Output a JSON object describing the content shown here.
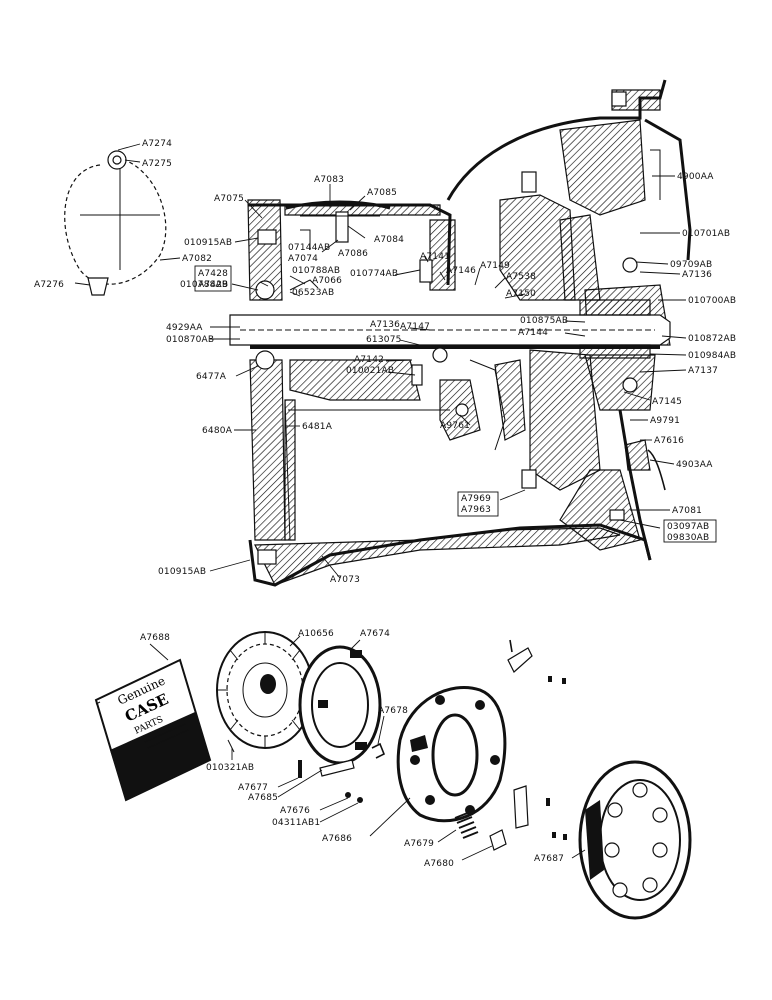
{
  "labels": {
    "A7274": "A7274",
    "A7275": "A7275",
    "A7082": "A7082",
    "A7276": "A7276",
    "A7075": "A7075",
    "A7083": "A7083",
    "A7085": "A7085",
    "010915AB_top": "010915AB",
    "07144AB": "07144AB",
    "A7086": "A7086",
    "A7084": "A7084",
    "A7074": "A7074",
    "A7428": "A7428",
    "A7429": "A7429",
    "010788AB_a": "010788AB",
    "A7066": "A7066",
    "06523AB": "06523AB",
    "010774AB": "010774AB",
    "010788AB_b": "010788AB",
    "A7141": "A7141",
    "A7146": "A7146",
    "A7149": "A7149",
    "A7538": "A7538",
    "A7150": "A7150",
    "4929AA": "4929AA",
    "010870AB": "010870AB",
    "A7136_mid": "A7136",
    "A7147": "A7147",
    "010875AB": "010875AB",
    "A7144": "A7144",
    "613075": "613075",
    "A7142": "A7142",
    "010021AB": "010021AB",
    "6477A": "6477A",
    "4900AA": "4900AA",
    "010701AB": "010701AB",
    "09709AB": "09709AB",
    "A7136_right": "A7136",
    "010700AB": "010700AB",
    "010872AB": "010872AB",
    "010984AB": "010984AB",
    "A7137": "A7137",
    "A7145": "A7145",
    "A9791": "A9791",
    "A7616": "A7616",
    "4903AA": "4903AA",
    "6480A": "6480A",
    "6481A": "6481A",
    "A9761": "A9761",
    "A7969": "A7969",
    "A7963": "A7963",
    "A7081": "A7081",
    "03097AB": "03097AB",
    "09830AB": "09830AB",
    "010915AB_bot": "010915AB",
    "A7073": "A7073",
    "A7688": "A7688",
    "A10656": "A10656",
    "A7674": "A7674",
    "A7678": "A7678",
    "010321AB": "010321AB",
    "A7677": "A7677",
    "A7685": "A7685",
    "A7676": "A7676",
    "04311AB1": "04311AB1",
    "A7686": "A7686",
    "A7679": "A7679",
    "A7680": "A7680",
    "A7687": "A7687"
  },
  "book": {
    "line1": "Genuine",
    "line2": "CASE",
    "line3": "PARTS"
  }
}
